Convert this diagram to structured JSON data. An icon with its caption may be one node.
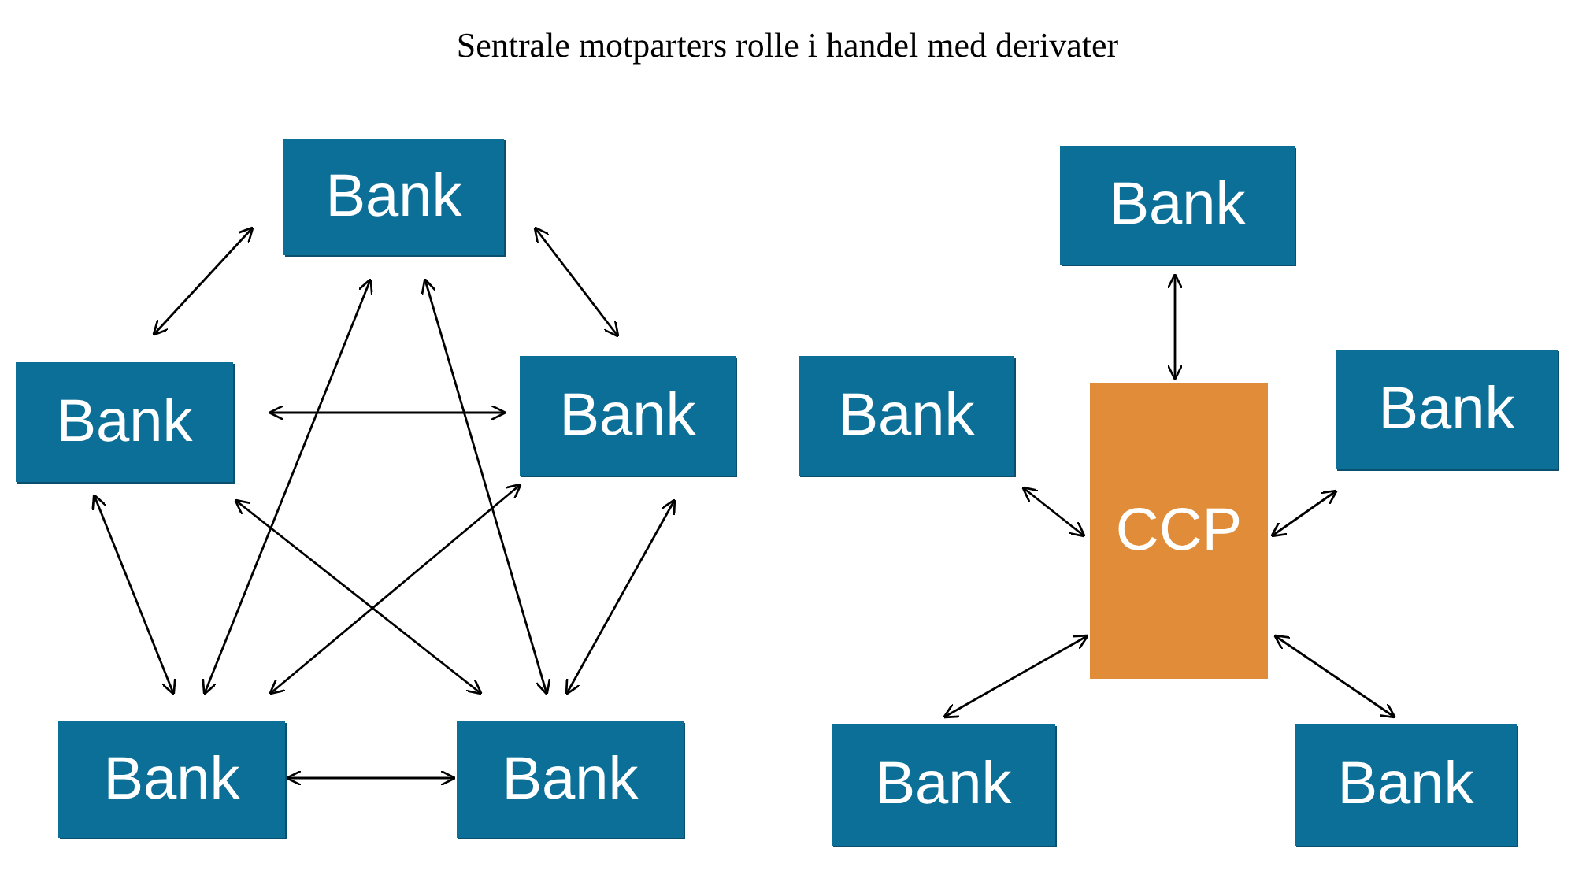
{
  "diagram": {
    "title": "Sentrale motparters rolle i handel med derivater",
    "nodes": [
      {
        "text": [
          "Bank"
        ]
      },
      {
        "text": [
          "Bank"
        ]
      },
      {
        "text": [
          "Bank"
        ]
      },
      {
        "text": [
          "Bank"
        ]
      },
      {
        "text": [
          "Bank"
        ]
      },
      {
        "text": [
          "Bank"
        ]
      },
      {
        "text": [
          "Bank"
        ]
      },
      {
        "text": [
          "CCP"
        ]
      },
      {
        "text": [
          "Bank"
        ]
      },
      {
        "text": [
          "Bank"
        ]
      },
      {
        "text": [
          "Bank"
        ]
      }
    ],
    "edges": [
      {
        "from": 0,
        "to": 1,
        "arrow": "both"
      },
      {
        "from": 0,
        "to": 2,
        "arrow": "both"
      },
      {
        "from": 1,
        "to": 2,
        "arrow": "both"
      },
      {
        "from": 0,
        "to": 3,
        "arrow": "both"
      },
      {
        "from": 0,
        "to": 4,
        "arrow": "both"
      },
      {
        "from": 1,
        "to": 3,
        "arrow": "both"
      },
      {
        "from": 1,
        "to": 4,
        "arrow": "both"
      },
      {
        "from": 2,
        "to": 3,
        "arrow": "both"
      },
      {
        "from": 2,
        "to": 4,
        "arrow": "both"
      },
      {
        "from": 3,
        "to": 4,
        "arrow": "both"
      },
      {
        "from": 5,
        "to": 7,
        "arrow": "both"
      },
      {
        "from": 6,
        "to": 7,
        "arrow": "both"
      },
      {
        "from": 8,
        "to": 7,
        "arrow": "both"
      },
      {
        "from": 9,
        "to": 7,
        "arrow": "both"
      },
      {
        "from": 10,
        "to": 7,
        "arrow": "both"
      }
    ]
  }
}
